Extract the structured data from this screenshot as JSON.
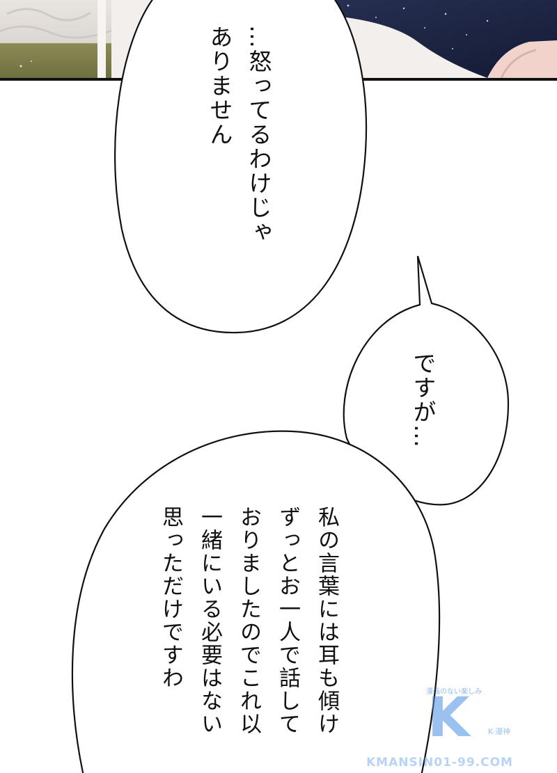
{
  "bubble_top": {
    "columns": [
      "…怒ってるわけじゃ",
      "ありません"
    ]
  },
  "bubble_small": {
    "columns": [
      "ですが…"
    ]
  },
  "bubble_large": {
    "columns": [
      "私の言葉には耳も傾け",
      "ずっとお一人で話して",
      "おりましたのでこれ以",
      "一緒にいる必要はない",
      "思っただけですわ"
    ]
  },
  "watermark": {
    "tagline": "漫画のない楽しみ",
    "logo": "K",
    "sub": "K-漫神",
    "url": "KMANSIN01-99.COM"
  },
  "colors": {
    "bubble_fill": "#ffffff",
    "outline": "#111111",
    "panel_dark": "#1a2140",
    "watermark": "#4b8fe6"
  }
}
